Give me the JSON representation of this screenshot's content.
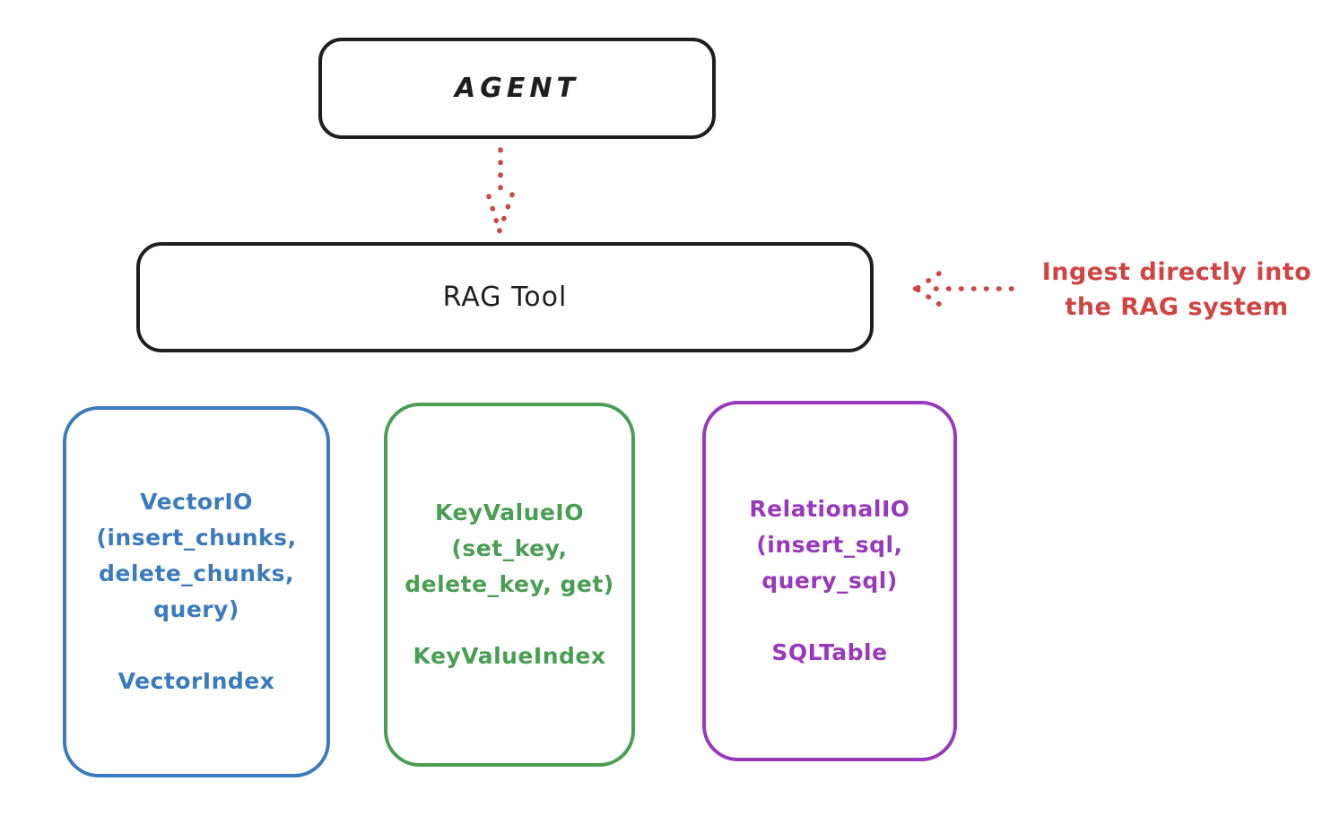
{
  "colors": {
    "stroke": "#1e1e1e",
    "red": "#d04543",
    "blue": "#3b7abe",
    "green": "#4a9e52",
    "purple": "#9838bd",
    "background": "#ffffff"
  },
  "agent_box": {
    "label": "AGENT"
  },
  "rag_box": {
    "label": "RAG Tool"
  },
  "annotation": {
    "line1": "Ingest directly into",
    "line2": "the RAG system"
  },
  "arrows": [
    {
      "name": "agent-to-rag-tool",
      "style": "dotted",
      "direction": "down"
    },
    {
      "name": "annotation-to-rag-tool",
      "style": "dotted",
      "direction": "left"
    }
  ],
  "storage_boxes": [
    {
      "title_lines": [
        "VectorIO",
        "(insert_chunks,",
        "delete_chunks,",
        "query)"
      ],
      "index_label": "VectorIndex",
      "color": "#3b7abe"
    },
    {
      "title_lines": [
        "KeyValueIO",
        "(set_key,",
        "delete_key, get)"
      ],
      "index_label": "KeyValueIndex",
      "color": "#4a9e52"
    },
    {
      "title_lines": [
        "RelationalIO",
        "(insert_sql,",
        "query_sql)"
      ],
      "index_label": "SQLTable",
      "color": "#9838bd"
    }
  ]
}
